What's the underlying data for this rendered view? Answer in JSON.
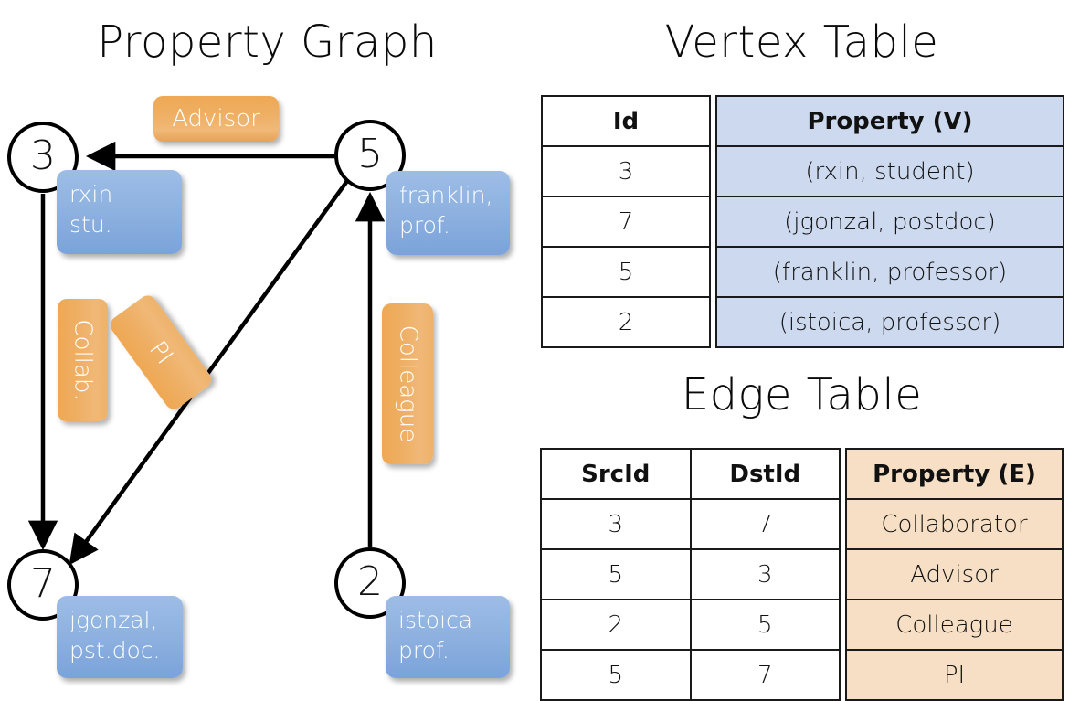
{
  "titles": {
    "graph": "Property Graph",
    "vertex_table": "Vertex Table",
    "edge_table": "Edge Table"
  },
  "graph": {
    "nodes": [
      {
        "id": "3",
        "property_line1": "rxin",
        "property_line2": "stu."
      },
      {
        "id": "5",
        "property_line1": "franklin,",
        "property_line2": "prof."
      },
      {
        "id": "7",
        "property_line1": "jgonzal,",
        "property_line2": "pst.doc."
      },
      {
        "id": "2",
        "property_line1": "istoica",
        "property_line2": "prof."
      }
    ],
    "edge_labels": [
      {
        "name": "advisor",
        "text": "Advisor"
      },
      {
        "name": "collab",
        "text": "Collab."
      },
      {
        "name": "pi",
        "text": "PI"
      },
      {
        "name": "colleague",
        "text": "Colleague"
      }
    ],
    "edges": [
      {
        "from": "5",
        "to": "3",
        "label": "Advisor"
      },
      {
        "from": "3",
        "to": "7",
        "label": "Collab."
      },
      {
        "from": "5",
        "to": "7",
        "label": "PI"
      },
      {
        "from": "2",
        "to": "5",
        "label": "Colleague"
      }
    ]
  },
  "vertex_table": {
    "headers": {
      "id": "Id",
      "property": "Property (V)"
    },
    "rows": [
      {
        "id": "3",
        "property": "(rxin, student)"
      },
      {
        "id": "7",
        "property": "(jgonzal, postdoc)"
      },
      {
        "id": "5",
        "property": "(franklin, professor)"
      },
      {
        "id": "2",
        "property": "(istoica, professor)"
      }
    ]
  },
  "edge_table": {
    "headers": {
      "src": "SrcId",
      "dst": "DstId",
      "property": "Property (E)"
    },
    "rows": [
      {
        "src": "3",
        "dst": "7",
        "property": "Collaborator"
      },
      {
        "src": "5",
        "dst": "3",
        "property": "Advisor"
      },
      {
        "src": "2",
        "dst": "5",
        "property": "Colleague"
      },
      {
        "src": "5",
        "dst": "7",
        "property": "PI"
      }
    ]
  },
  "colors": {
    "vertex_property_fill": "#ccd9ee",
    "edge_property_fill": "#f6dfc4",
    "node_property_box": "#8fb2e0",
    "edge_label_box": "#eeae62",
    "stroke": "#000000"
  }
}
